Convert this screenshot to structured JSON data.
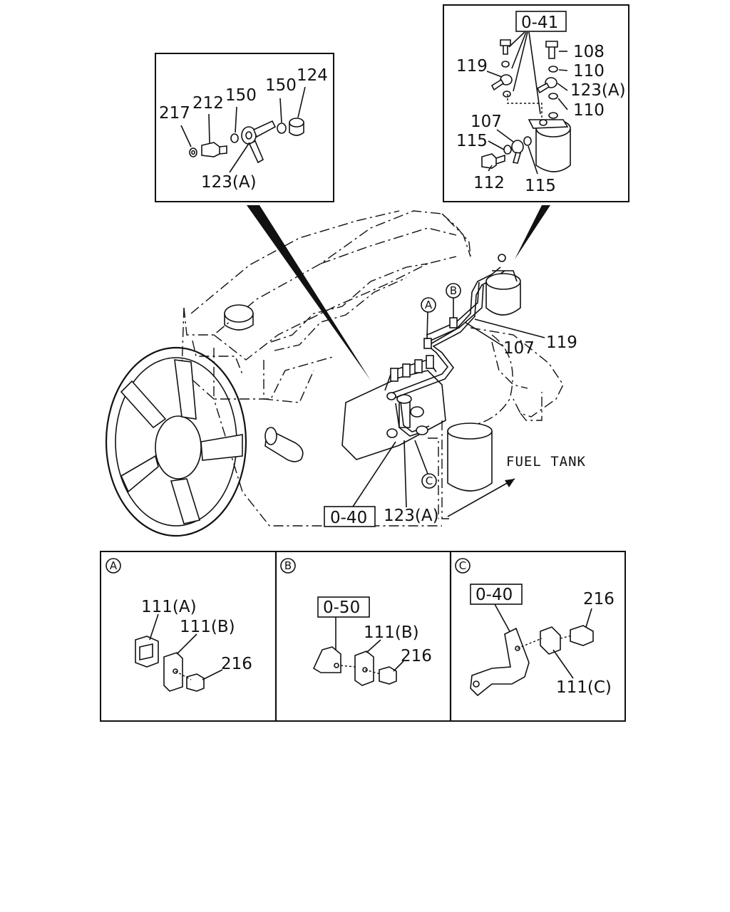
{
  "diagram": {
    "callouts": {
      "top_right_ref": "0-41",
      "bottom_ref": "0-40",
      "detail_b_ref": "0-50",
      "detail_c_ref": "0-40"
    },
    "parts": {
      "p108": "108",
      "p110a": "110",
      "p110b": "110",
      "p123a_tr": "123(A)",
      "p119_tr": "119",
      "p107_tr": "107",
      "p115a": "115",
      "p115b": "115",
      "p112": "112",
      "p217": "217",
      "p212": "212",
      "p150a": "150",
      "p150b": "150",
      "p124": "124",
      "p123a_tl": "123(A)",
      "p119_main": "119",
      "p107_main": "107",
      "p123a_main": "123(A)",
      "p111a": "111(A)",
      "p111b_a": "111(B)",
      "p216_a": "216",
      "p111b_b": "111(B)",
      "p216_b": "216",
      "p216_c": "216",
      "p111c": "111(C)"
    },
    "markers": {
      "a": "A",
      "b": "B",
      "c": "C"
    },
    "fuel_tank": "FUEL TANK"
  }
}
